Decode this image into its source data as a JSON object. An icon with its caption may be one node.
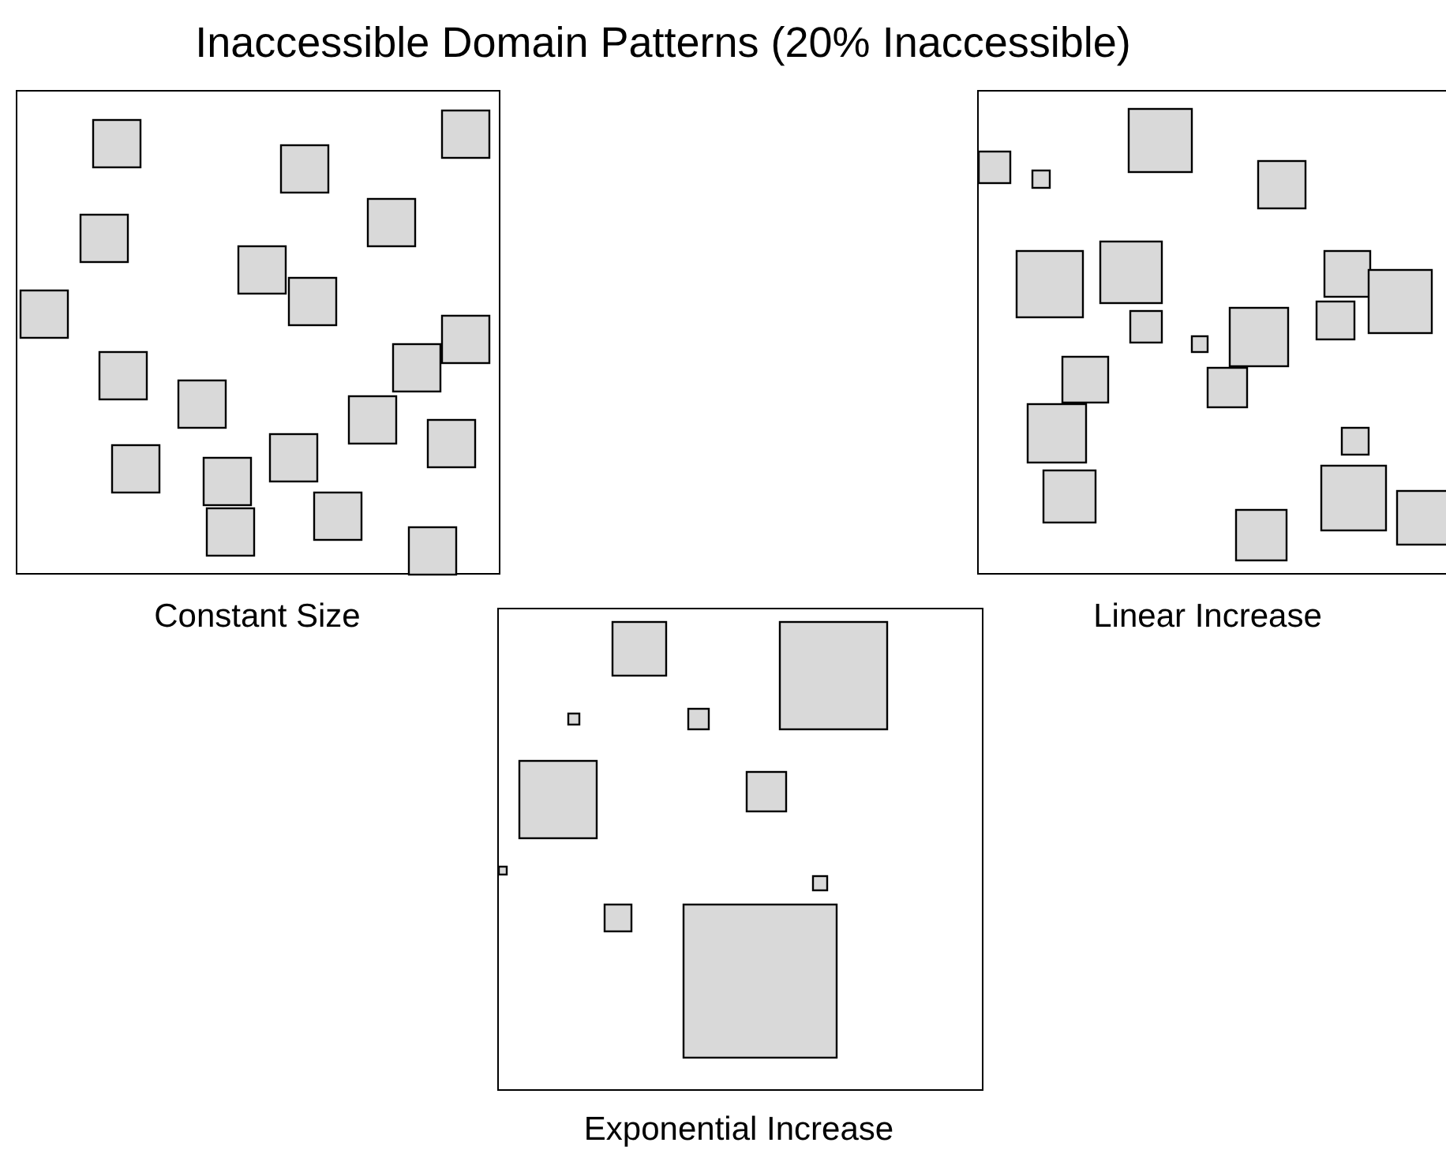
{
  "diagram": {
    "title": "Inaccessible Domain Patterns (20% Inaccessible)",
    "nodes": [
      {
        "text": [
          "Constant Size"
        ]
      },
      {
        "text": [
          "Linear Increase"
        ]
      },
      {
        "text": [
          "Exponential Increase"
        ]
      }
    ]
  }
}
